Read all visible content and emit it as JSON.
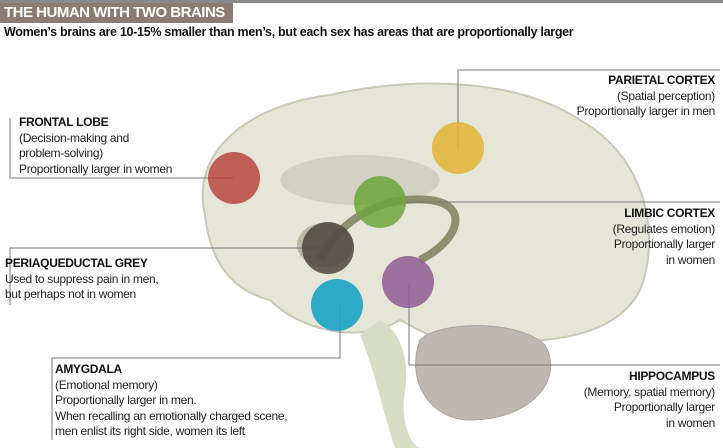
{
  "header": {
    "title": "THE HUMAN WITH TWO BRAINS",
    "subtitle": "Women’s brains are 10-15% smaller than men’s, but each sex has areas that are proportionally larger"
  },
  "regions": [
    {
      "name": "FRONTAL LOBE",
      "lines": [
        "(Decision-making and",
        "problem-solving)",
        "Proportionally larger in women"
      ],
      "color": "#b8473e"
    },
    {
      "name": "PARIETAL CORTEX",
      "lines": [
        "(Spatial perception)",
        "Proportionally larger in men"
      ],
      "color": "#e2b436"
    },
    {
      "name": "LIMBIC CORTEX",
      "lines": [
        "(Regulates emotion)",
        "Proportionally larger",
        "in women"
      ],
      "color": "#6ea53c"
    },
    {
      "name": "PERIAQUEDUCTAL GREY",
      "lines": [
        "Used to suppress pain in men,",
        "but perhaps not in women"
      ],
      "color": "#4b4541"
    },
    {
      "name": "AMYGDALA",
      "lines": [
        "(Emotional memory)",
        "Proportionally larger in men.",
        "When recalling an emotionally charged scene,",
        "men enlist its right side, women its left"
      ],
      "color": "#1aa2c4"
    },
    {
      "name": "HIPPOCAMPUS",
      "lines": [
        "(Memory, spatial memory)",
        "Proportionally larger",
        "in women"
      ],
      "color": "#8c5b93"
    }
  ]
}
